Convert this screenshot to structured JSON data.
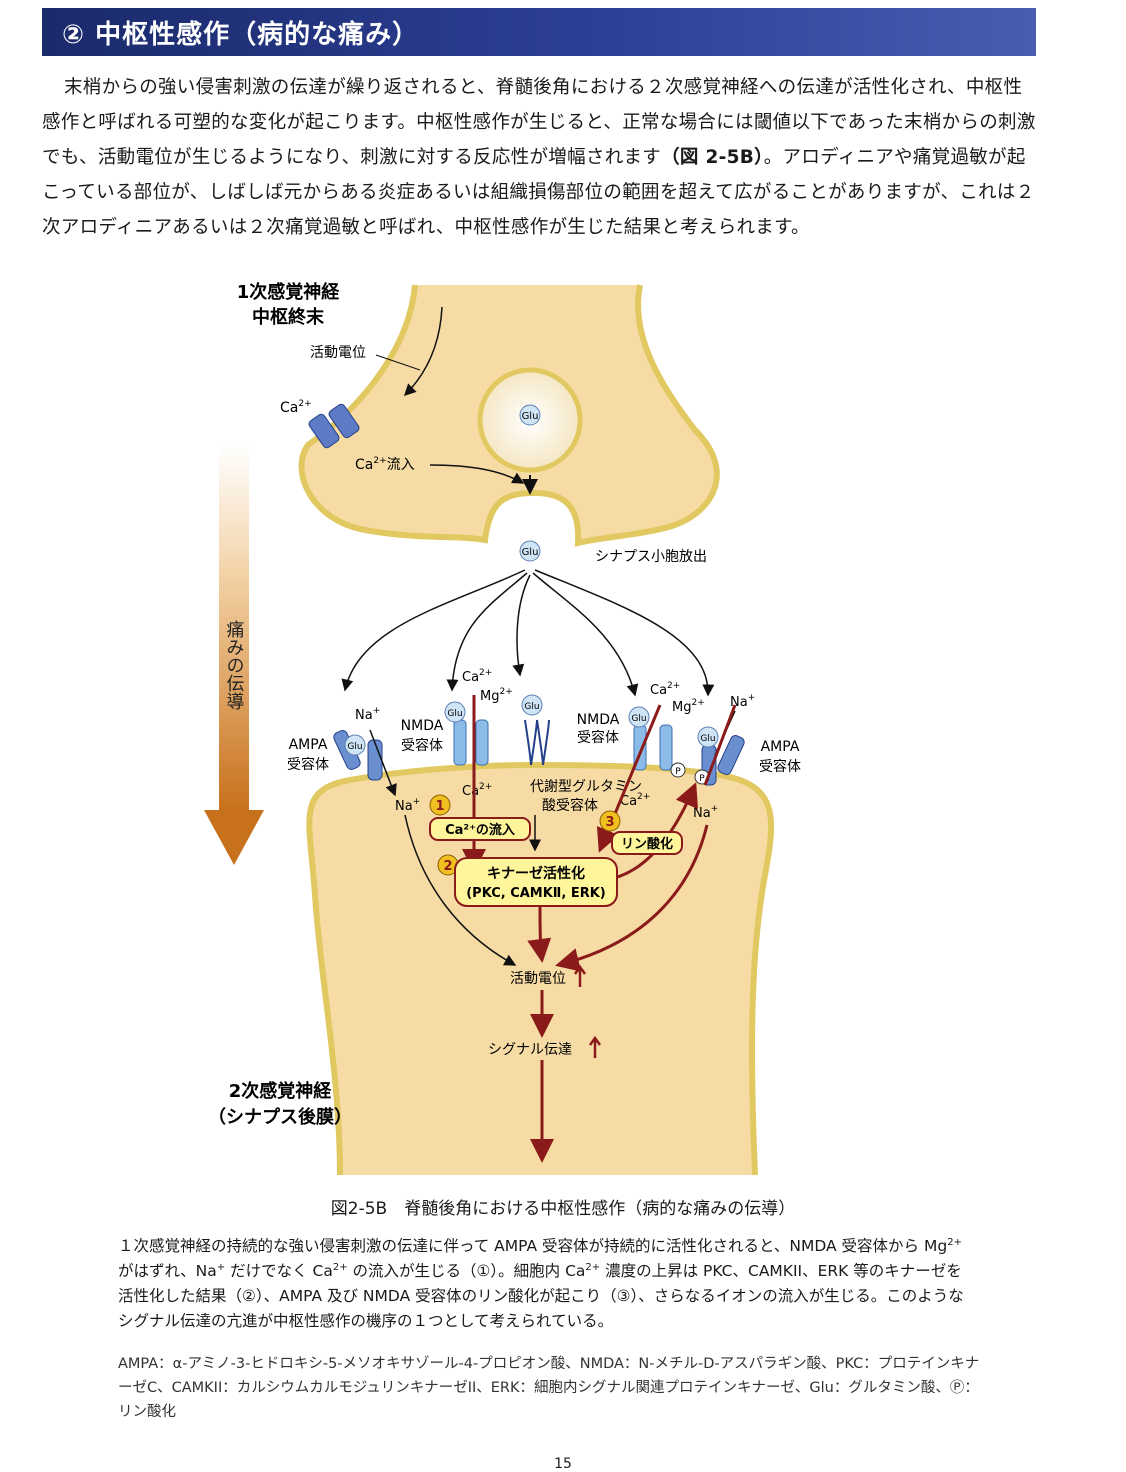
{
  "header": {
    "title": "② 中枢性感作（病的な痛み）"
  },
  "intro": {
    "text_a": "末梢からの強い侵害刺激の伝達が繰り返されると、脊髄後角における２次感覚神経への伝達が活性化され、中枢性感作と呼ばれる可塑的な変化が起こります。中枢性感作が生じると、正常な場合には閾値以下であった末梢からの刺激でも、活動電位が生じるようになり、刺激に対する反応性が増幅されます",
    "ref": "（図 2-5B）",
    "text_b": "。アロディニアや痛覚過敏が起こっている部位が、しばしば元からある炎症あるいは組織損傷部位の範囲を超えて広がることがありますが、これは２次アロディニアあるいは２次痛覚過敏と呼ばれ、中枢性感作が生じた結果と考えられます。"
  },
  "diagram": {
    "presyn_label1": "1次感覚神経",
    "presyn_label2": "中枢終末",
    "action_potential": "活動電位",
    "ca": "Ca",
    "ca_sup": "2+",
    "ca_influx": "流入",
    "glu": "Glu",
    "vesicle_release": "シナプス小胞放出",
    "pain_transmission": "痛みの伝導",
    "na": "Na",
    "na_sup": "+",
    "mg": "Mg",
    "nmda_left1": "NMDA",
    "nmda_left2": "受容体",
    "nmda_right1": "NMDA",
    "nmda_right2": "受容体",
    "ampa_left1": "AMPA",
    "ampa_left2": "受容体",
    "ampa_right1": "AMPA",
    "ampa_right2": "受容体",
    "mglur1": "代謝型グルタミン",
    "mglur2": "酸受容体",
    "step1_num": "1",
    "step1_label": "Ca²⁺の流入",
    "step2_num": "2",
    "step2_label1": "キナーゼ活性化",
    "step2_label2": "(PKC, CAMKⅡ, ERK)",
    "step3_num": "3",
    "step3_label": "リン酸化",
    "phos": "P",
    "post_action_potential": "活動電位",
    "signal_transmission": "シグナル伝達",
    "postsyn_label1": "2次感覚神経",
    "postsyn_label2": "（シナプス後膜）"
  },
  "caption": "図2-5B　脊髄後角における中枢性感作（病的な痛みの伝導）",
  "desc": {
    "p1": "１次感覚神経の持続的な強い侵害刺激の伝達に伴って AMPA 受容体が持続的に活性化されると、NMDA 受容体から Mg",
    "p2": " がはずれ、Na",
    "p3": " だけでなく Ca",
    "p4": " の流入が生じる（①）。細胞内 Ca",
    "p5": " 濃度の上昇は PKC、CAMKII、ERK 等のキナーゼを活性化した結果（②）、AMPA 及び NMDA 受容体のリン酸化が起こり（③）、さらなるイオンの流入が生じる。このようなシグナル伝達の亢進が中枢性感作の機序の１つとして考えられている。",
    "sup2": "2+",
    "sup1": "+"
  },
  "abbreviations": "AMPA：α-アミノ-3-ヒドロキシ-5-メソオキサゾール-4-プロピオン酸、NMDA：N-メチル-D-アスパラギン酸、PKC：プロテインキナーゼC、CAMKII：カルシウムカルモジュリンキナーゼII、ERK：細胞内シグナル関連プロテインキナーゼ、Glu：グルタミン酸、Ⓟ：リン酸化",
  "page_number": "15",
  "colors": {
    "header": "#1f2f78",
    "cell": "#f6dca4",
    "membrane": "#e9d36a",
    "arrow_red": "#8b1a1a",
    "step_badge": "#f0c020",
    "receptor": "#6a8fd0"
  }
}
